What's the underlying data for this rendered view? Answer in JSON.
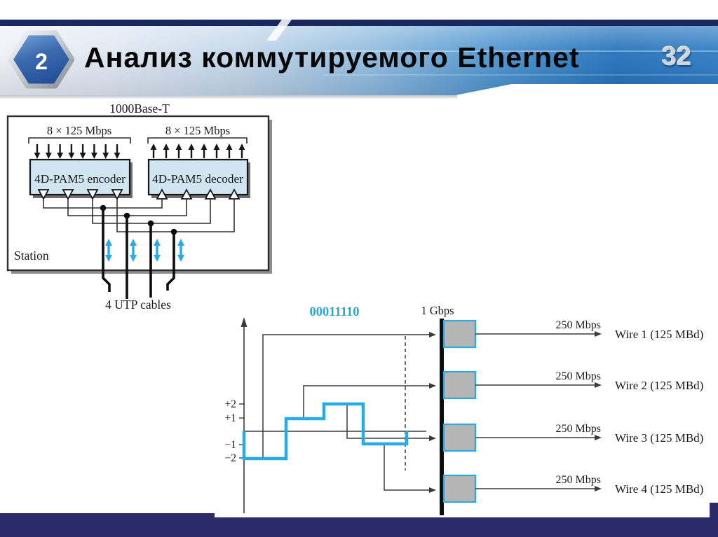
{
  "slide": {
    "badge": "2",
    "title": "Анализ коммутируемого Ethernet",
    "page_number": "32"
  },
  "station_diagram": {
    "title": "1000Base-T",
    "encoder_rate": "8 × 125 Mbps",
    "decoder_rate": "8 × 125 Mbps",
    "encoder_label": "4D-PAM5 encoder",
    "decoder_label": "4D-PAM5 decoder",
    "station_label": "Station",
    "cables_label": "4 UTP cables"
  },
  "pam_diagram": {
    "bits": "00011110",
    "aggregate_rate": "1 Gbps",
    "levels": [
      "+2",
      "+1",
      "−1",
      "−2"
    ],
    "waveform_levels": [
      -2,
      1,
      2,
      -1
    ],
    "wires": [
      {
        "rate": "250 Mbps",
        "label": "Wire 1 (125 MBd)"
      },
      {
        "rate": "250 Mbps",
        "label": "Wire 2 (125 MBd)"
      },
      {
        "rate": "250 Mbps",
        "label": "Wire 3 (125 MBd)"
      },
      {
        "rate": "250 Mbps",
        "label": "Wire 4 (125 MBd)"
      }
    ]
  },
  "colors": {
    "accent_cyan": "#29abe2",
    "footer_navy": "#2b2b6a",
    "encoder_box_fill": "#cfe6f0",
    "wire_box_gray": "#b5b5b5"
  }
}
